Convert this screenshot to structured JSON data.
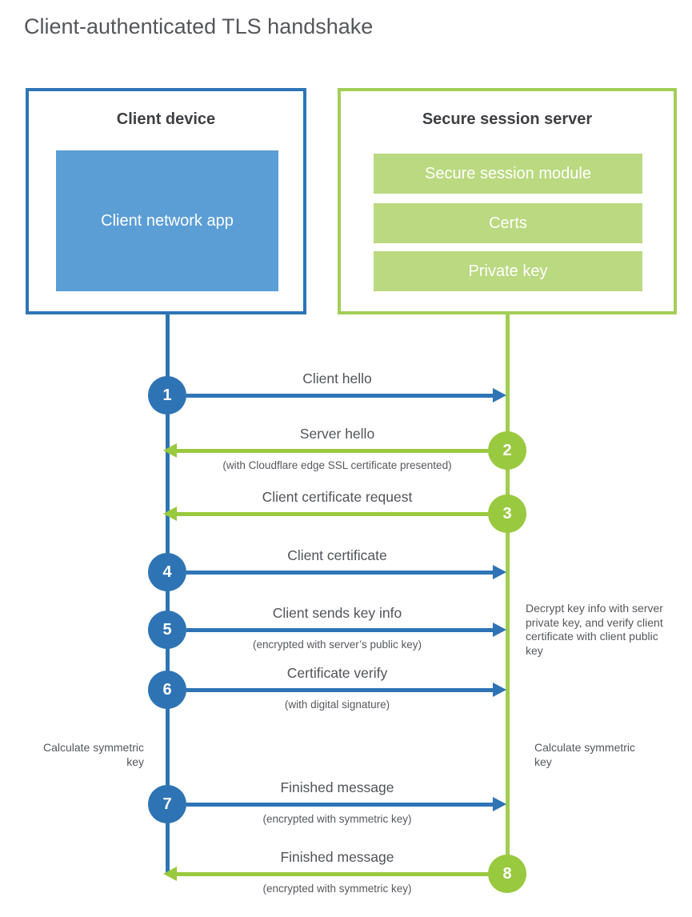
{
  "page": {
    "title": "Client-authenticated TLS handshake"
  },
  "colors": {
    "blue_strong": "#2e74b5",
    "blue_fill": "#5b9ed6",
    "green_strong": "#99c93e",
    "green_border": "#a2ce57",
    "green_fill": "#bad980",
    "text_gray": "#54565a"
  },
  "client_box": {
    "title": "Client device",
    "app_label": "Client network app"
  },
  "server_box": {
    "title": "Secure session server",
    "modules": [
      "Secure session module",
      "Certs",
      "Private key"
    ]
  },
  "steps": [
    {
      "num": "1",
      "label": "Client hello",
      "sub": "",
      "direction": "client-to-server",
      "color": "blue"
    },
    {
      "num": "2",
      "label": "Server hello",
      "sub": "(with Cloudflare edge SSL certificate presented)",
      "direction": "server-to-client",
      "color": "green"
    },
    {
      "num": "3",
      "label": "Client certificate request",
      "sub": "",
      "direction": "server-to-client",
      "color": "green"
    },
    {
      "num": "4",
      "label": "Client certificate",
      "sub": "",
      "direction": "client-to-server",
      "color": "blue"
    },
    {
      "num": "5",
      "label": "Client sends key info",
      "sub": "(encrypted with server’s public key)",
      "direction": "client-to-server",
      "color": "blue"
    },
    {
      "num": "6",
      "label": "Certificate verify",
      "sub": "(with digital signature)",
      "direction": "client-to-server",
      "color": "blue"
    },
    {
      "num": "7",
      "label": "Finished message",
      "sub": "(encrypted with symmetric key)",
      "direction": "client-to-server",
      "color": "blue"
    },
    {
      "num": "8",
      "label": "Finished message",
      "sub": "(encrypted with symmetric key)",
      "direction": "server-to-client",
      "color": "green"
    }
  ],
  "annotations": {
    "decrypt_note": "Decrypt key info with server private key, and verify client certificate with client public key",
    "calc_left": "Calculate symmetric key",
    "calc_right": "Calculate symmetric key"
  }
}
